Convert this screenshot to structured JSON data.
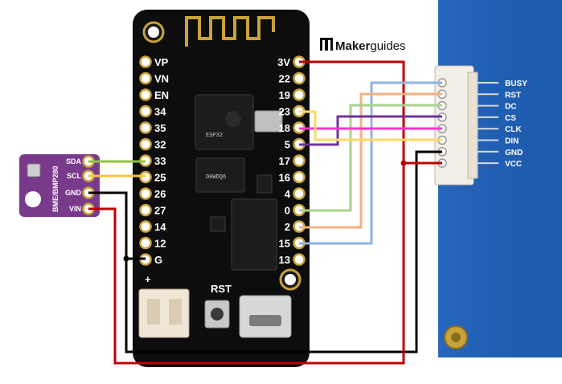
{
  "brand": {
    "name_bold": "Maker",
    "name_rest": "guides",
    "logo_icon": "makerguides-logo-icon"
  },
  "board": {
    "left_pins": [
      "VP",
      "VN",
      "EN",
      "34",
      "35",
      "32",
      "33",
      "25",
      "26",
      "27",
      "14",
      "12",
      "G"
    ],
    "right_pins": [
      "3V",
      "22",
      "19",
      "23",
      "18",
      "5",
      "17",
      "16",
      "4",
      "0",
      "2",
      "15",
      "13"
    ],
    "rst_label": "RST",
    "batt_plus": "+",
    "chip_texts": [
      "ESP32",
      "D0WDQ6"
    ]
  },
  "sensor": {
    "name": "BME/BMP280",
    "pins": [
      "SDA",
      "SCL",
      "GND",
      "VIN"
    ]
  },
  "epaper": {
    "pins": [
      "BUSY",
      "RST",
      "DC",
      "CS",
      "CLK",
      "DIN",
      "GND",
      "VCC"
    ]
  },
  "colors": {
    "pcb": "#0d0d0d",
    "sensor": "#7a3a8c",
    "epaper": "#1f5fb5",
    "red": "#c00000",
    "black": "#000000",
    "green": "#8dc63f",
    "yellow": "#f5c242",
    "blue": "#8eb4e3",
    "orange": "#f4b183",
    "lightgreen": "#a9d18e",
    "purple": "#7030a0",
    "magenta": "#ff33cc",
    "lightyellow": "#ffd966"
  }
}
